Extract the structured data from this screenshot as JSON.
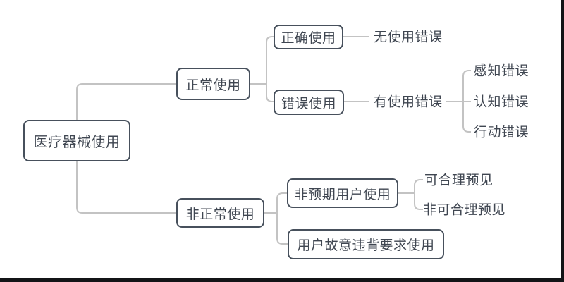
{
  "app": {
    "type": "mind-map-diagram",
    "topic": "医疗器械使用"
  },
  "nodes": {
    "medical_device_use": "医疗器械使用",
    "normal_use": "正常使用",
    "correct_use": "正确使用",
    "no_use_error": "无使用错误",
    "erroneous_use": "错误使用",
    "has_use_error": "有使用错误",
    "perception_error": "感知错误",
    "cognition_error": "认知错误",
    "action_error": "行动错误",
    "abnormal_use": "非正常使用",
    "unintended_user_use": "非预期用户使用",
    "reasonably_foreseeable": "可合理预见",
    "not_reasonably_foreseeable": "非可合理预见",
    "deliberate_violation_use": "用户故意违背要求使用"
  },
  "hierarchy": {
    "医疗器械使用": {
      "正常使用": {
        "正确使用": [
          "无使用错误"
        ],
        "错误使用": {
          "有使用错误": [
            "感知错误",
            "认知错误",
            "行动错误"
          ]
        }
      },
      "非正常使用": {
        "非预期用户使用": [
          "可合理预见",
          "非可合理预见"
        ],
        "用户故意违背要求使用": []
      }
    }
  },
  "colors": {
    "node_border": "#47505c",
    "node_text": "#3f4651",
    "connector": "#c3c3c3",
    "background": "#ffffff",
    "screen_edge": "#131417"
  }
}
